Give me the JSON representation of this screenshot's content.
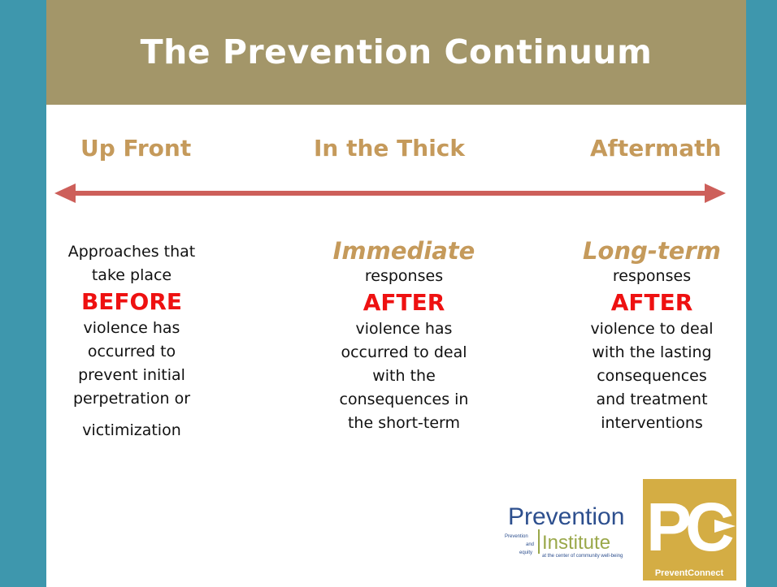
{
  "title": "The Prevention Continuum",
  "stages": {
    "up_front": "Up Front",
    "in_the_thick": "In the Thick",
    "aftermath": "Aftermath"
  },
  "columns": {
    "left": {
      "line1": "Approaches that",
      "line2": "take place",
      "emphasis": "BEFORE",
      "line3": "violence has",
      "line4": "occurred to",
      "line5": "prevent initial",
      "line6": "perpetration or",
      "line7": "victimization"
    },
    "middle": {
      "heading": "Immediate",
      "line1": "responses",
      "emphasis": "AFTER",
      "line2": "violence has",
      "line3": "occurred to deal",
      "line4": "with the",
      "line5": "consequences in",
      "line6": "the short-term"
    },
    "right": {
      "heading": "Long-term",
      "line1": "responses",
      "emphasis": "AFTER",
      "line2": "violence to deal",
      "line3": "with the lasting",
      "line4": "consequences",
      "line5": "and treatment",
      "line6": "interventions"
    }
  },
  "logos": {
    "prevention_institute": {
      "word1": "Prevention",
      "word2": "Institute",
      "tag1": "Prevention",
      "tag2": "and",
      "tag3": "equity",
      "tag4": "at the center of community well-being"
    },
    "prevent_connect": {
      "letters": "PC",
      "name": "PreventConnect"
    }
  },
  "colors": {
    "background": "#3e97ad",
    "title_bar": "#a39669",
    "gold_text": "#c59a5b",
    "arrow": "#cd5f5a",
    "red_emphasis": "#ee1111"
  }
}
